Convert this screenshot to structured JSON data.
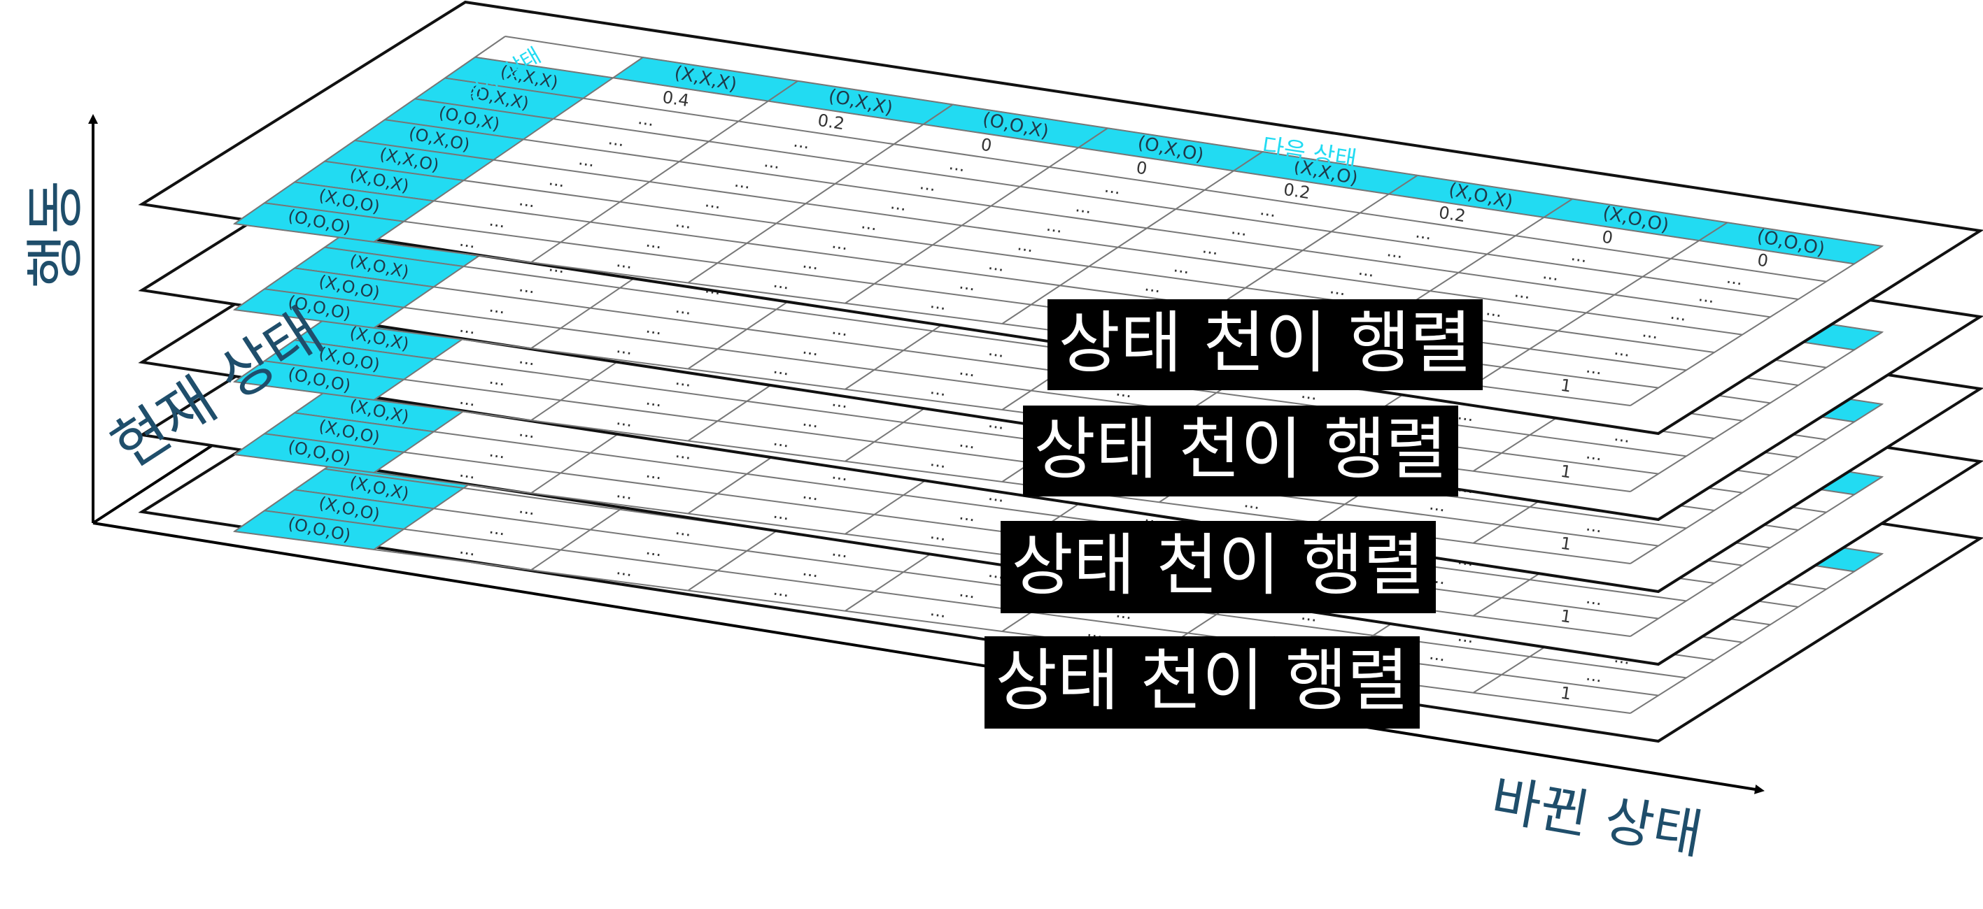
{
  "colors": {
    "header_cyan": "#22dbf2",
    "header_text": "#1e3a4a",
    "axis_label": "#1f4e6b",
    "grid": "#777777",
    "frame": "#111111",
    "title_box": "#000000",
    "title_text": "#ffffff"
  },
  "axes": {
    "x_label": "바뀐 상태",
    "y_label": "행동",
    "z_label": "현재 상태"
  },
  "top_layer": {
    "row_header_title": "현재 상태",
    "column_header_title": "다음 상태",
    "states": [
      "(X,X,X)",
      "(O,X,X)",
      "(O,O,X)",
      "(O,X,O)",
      "(X,X,O)",
      "(X,O,X)",
      "(X,O,O)",
      "(O,O,O)"
    ],
    "diagonal_values": [
      "0.4",
      "0.2",
      "0",
      "0",
      "0.2",
      "0.2",
      "0",
      "0"
    ],
    "ellipsis": "...",
    "last_value": "1"
  },
  "lower_layers": {
    "visible_row_states": [
      "(X,O,X)",
      "(X,O,O)",
      "(O,O,O)"
    ],
    "header_tail": "O)",
    "last_value": "1",
    "ellipsis": "..."
  },
  "layer_titles": [
    "상태 천이 행렬",
    "상태 천이 행렬",
    "상태 천이 행렬",
    "상태 천이 행렬"
  ]
}
